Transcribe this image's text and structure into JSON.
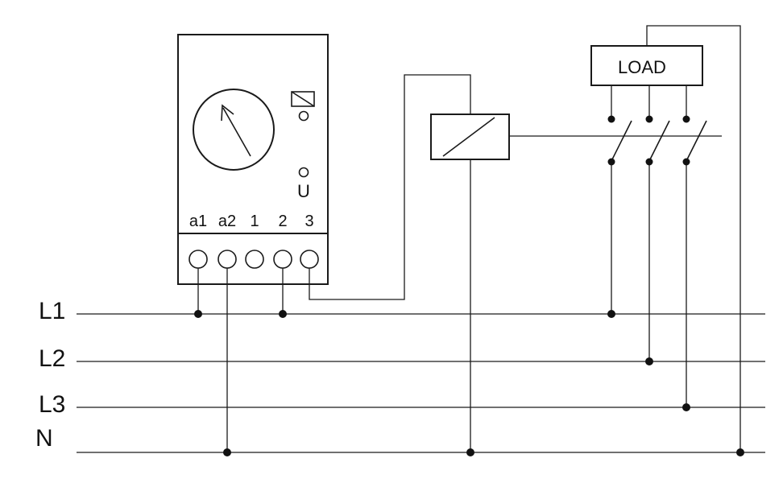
{
  "lines": {
    "l1": "L1",
    "l2": "L2",
    "l3": "L3",
    "n": "N"
  },
  "timer": {
    "terminals": [
      "a1",
      "a2",
      "1",
      "2",
      "3"
    ],
    "u_label": "U"
  },
  "load": {
    "label": "LOAD"
  },
  "colors": {
    "stroke": "#1a1a1a",
    "background": "#ffffff"
  }
}
